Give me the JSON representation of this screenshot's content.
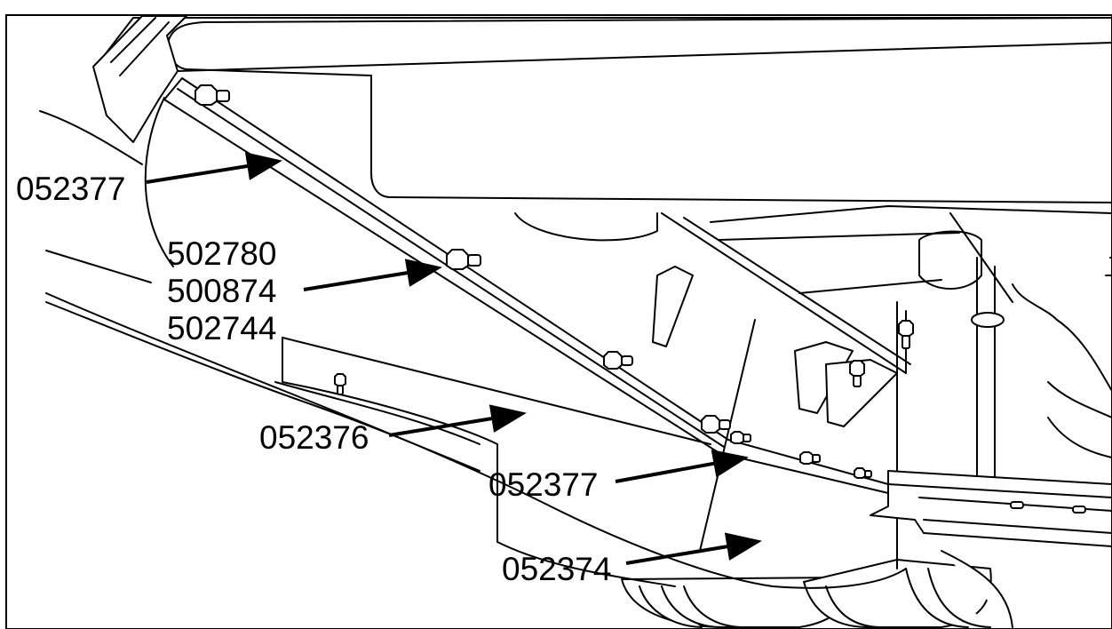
{
  "diagram": {
    "colors": {
      "line": "#000000",
      "fill": "#ffffff",
      "arrow": "#000000"
    },
    "part_labels": [
      {
        "text": "052377"
      },
      {
        "text": "502780"
      },
      {
        "text": "500874"
      },
      {
        "text": "502744"
      },
      {
        "text": "052376"
      },
      {
        "text": "052377"
      },
      {
        "text": "052374"
      }
    ]
  }
}
